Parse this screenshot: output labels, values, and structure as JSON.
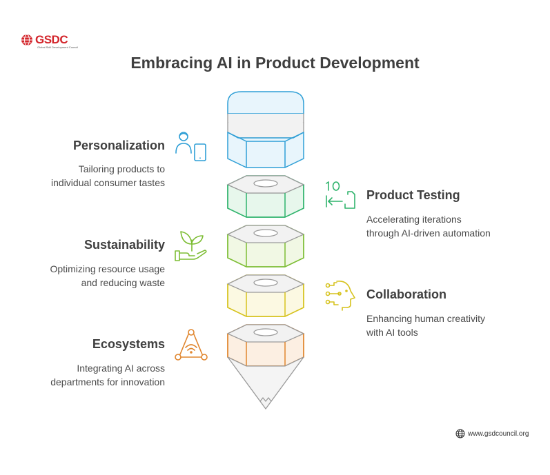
{
  "brand": {
    "name": "GSDC",
    "tagline": "Global Skill Development Council"
  },
  "title": "Embracing AI in Product Development",
  "items": [
    {
      "heading": "Personalization",
      "desc": [
        "Tailoring products to",
        "individual consumer tastes"
      ],
      "color": "#2f9fd6",
      "icon": "person-tablet-icon"
    },
    {
      "heading": "Product Testing",
      "desc": [
        "Accelerating iterations",
        "through AI-driven automation"
      ],
      "color": "#2fb36c",
      "icon": "countdown-arrow-icon"
    },
    {
      "heading": "Sustainability",
      "desc": [
        "Optimizing resource usage",
        "and reducing waste"
      ],
      "color": "#7dbd34",
      "icon": "plant-hand-icon"
    },
    {
      "heading": "Collaboration",
      "desc": [
        "Enhancing human creativity",
        "with AI tools"
      ],
      "color": "#d6c21c",
      "icon": "ai-head-icon"
    },
    {
      "heading": "Ecosystems",
      "desc": [
        "Integrating AI across",
        "departments for innovation"
      ],
      "color": "#e0852d",
      "icon": "network-wifi-icon"
    }
  ],
  "footer": {
    "url": "www.gsdcouncil.org"
  }
}
